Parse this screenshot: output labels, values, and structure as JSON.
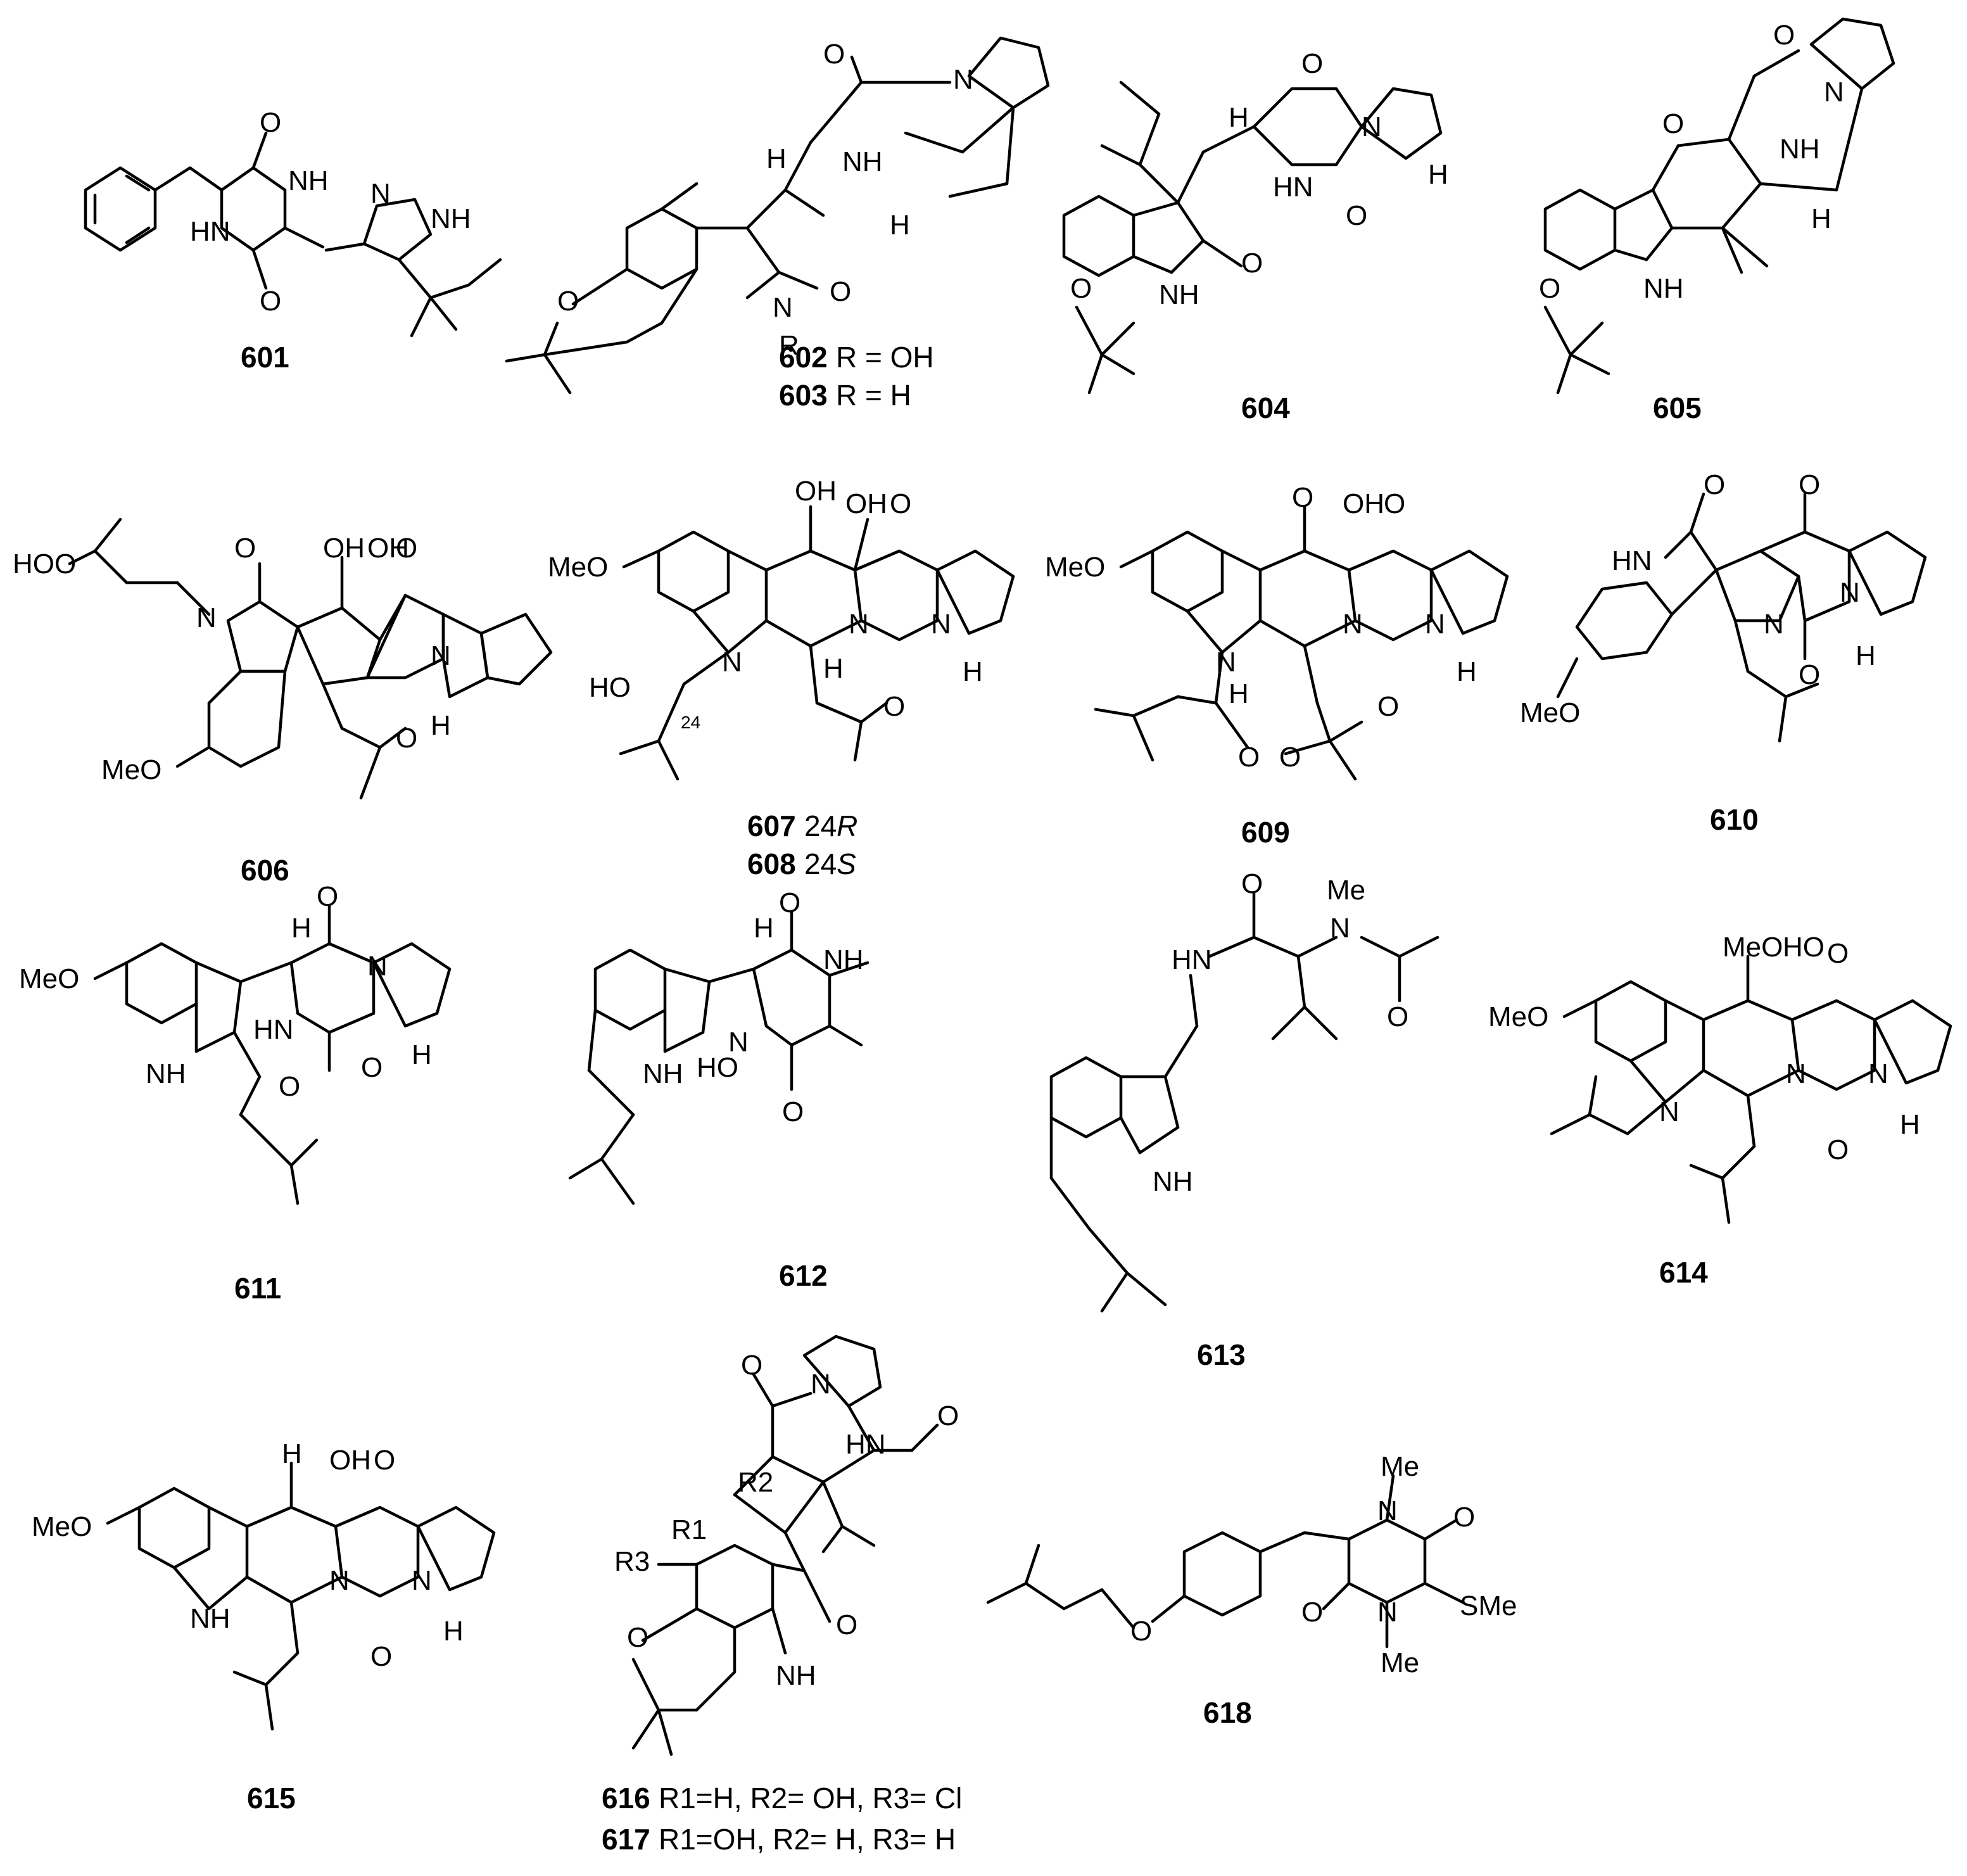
{
  "compounds": [
    {
      "id": "601"
    },
    {
      "id": "602",
      "text": "R = OH"
    },
    {
      "id": "603",
      "text": "R = H"
    },
    {
      "id": "604"
    },
    {
      "id": "605"
    },
    {
      "id": "606"
    },
    {
      "id": "607",
      "text": "24",
      "italic": "R"
    },
    {
      "id": "608",
      "text": "24",
      "italic": "S"
    },
    {
      "id": "609"
    },
    {
      "id": "610"
    },
    {
      "id": "611"
    },
    {
      "id": "612"
    },
    {
      "id": "613"
    },
    {
      "id": "614"
    },
    {
      "id": "615"
    },
    {
      "id": "616",
      "text": "R1=H, R2= OH, R3= Cl"
    },
    {
      "id": "617",
      "text": "R1=OH, R2= H, R3= H"
    },
    {
      "id": "618"
    }
  ],
  "atoms": {
    "O": "O",
    "N": "N",
    "H": "H",
    "NH": "NH",
    "HN": "HN",
    "OH": "OH",
    "MeO": "MeO",
    "HO": "HO",
    "HOO": "HOO",
    "Me": "Me",
    "SMe": "SMe",
    "R": "R",
    "HO_N": "HO",
    "R1": "R1",
    "R2": "R2",
    "R3": "R3",
    "loc24": "24"
  }
}
